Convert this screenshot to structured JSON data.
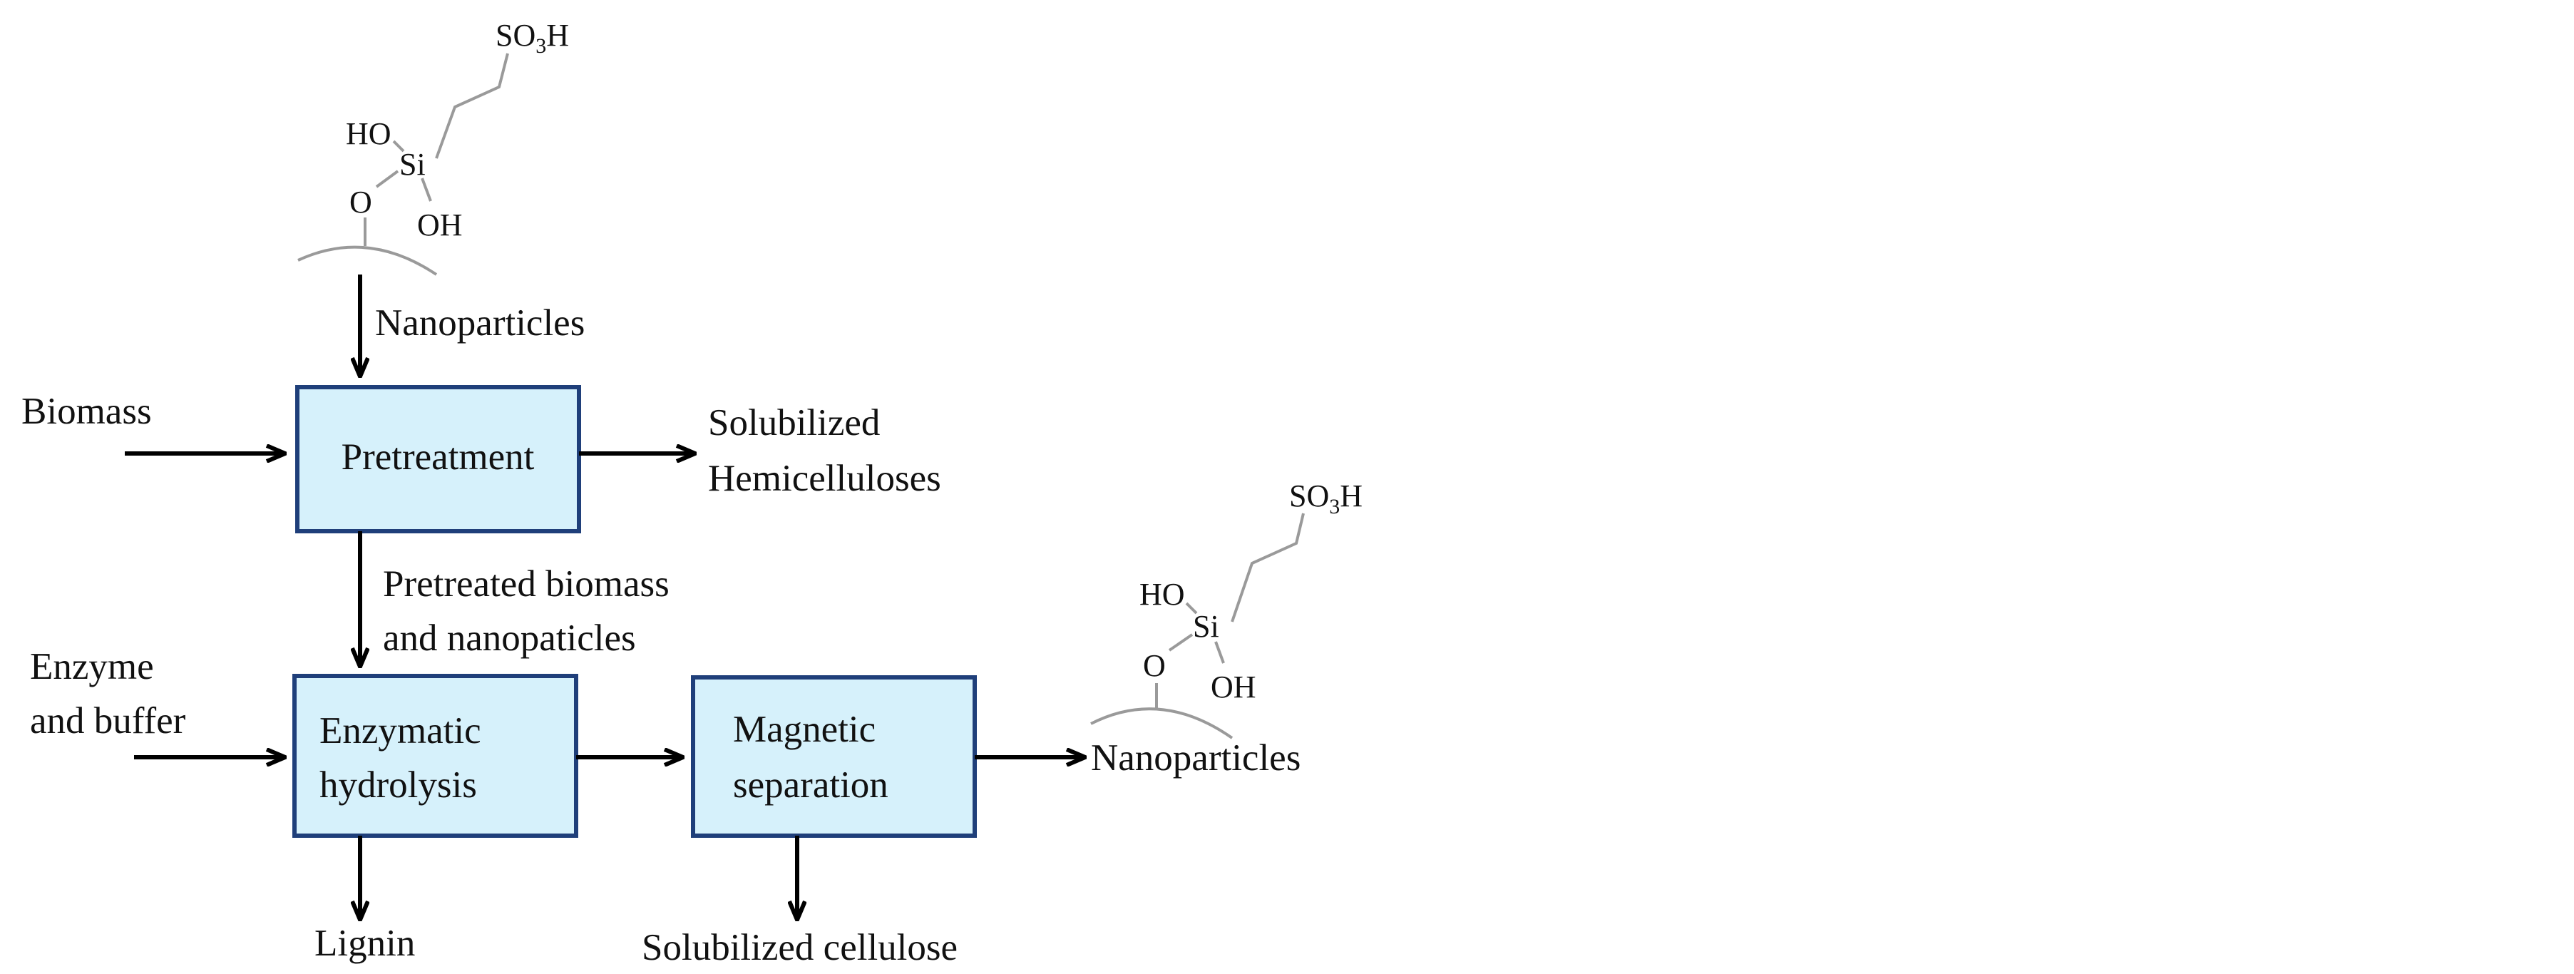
{
  "colors": {
    "box_fill": "#d6f1fb",
    "box_border": "#1f3f7a",
    "arrow": "#000000",
    "molecule_bond": "#9a9a9a"
  },
  "nodes": {
    "pretreatment": "Pretreatment",
    "enzymatic_hydrolysis_line1": "Enzymatic",
    "enzymatic_hydrolysis_line2": "hydrolysis",
    "magnetic_separation_line1": "Magnetic",
    "magnetic_separation_line2": "separation"
  },
  "labels": {
    "nanoparticles_top": "Nanoparticles",
    "biomass": "Biomass",
    "solubilized_hemicelluloses_line1": "Solubilized",
    "solubilized_hemicelluloses_line2": "Hemicelluloses",
    "pretreated_line1": "Pretreated biomass",
    "pretreated_line2": "and nanopaticles",
    "enzyme_line1": "Enzyme",
    "enzyme_line2": "and buffer",
    "lignin": "Lignin",
    "solubilized_cellulose": "Solubilized cellulose",
    "nanoparticles_right": "Nanoparticles"
  },
  "molecule": {
    "so3h_prefix": "SO",
    "so3h_sub": "3",
    "so3h_suffix": "H",
    "ho": "HO",
    "si": "Si",
    "o": "O",
    "oh": "OH"
  }
}
